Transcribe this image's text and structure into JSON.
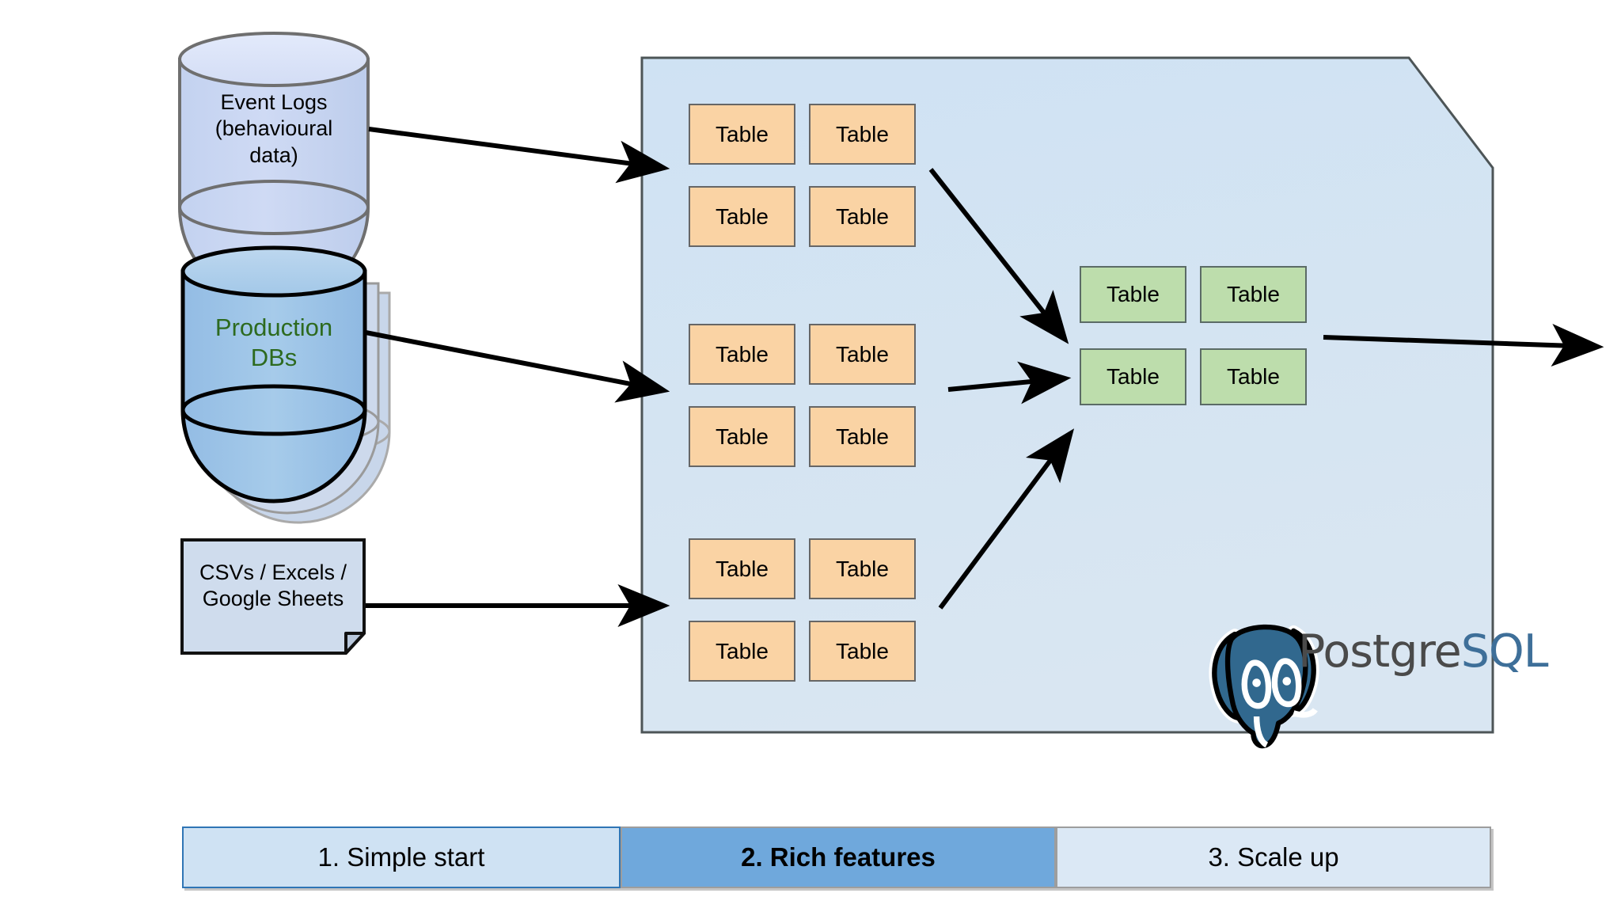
{
  "diagram": {
    "title": "PostgreSQL data platform architecture",
    "colors": {
      "container_fill": "#cfe2f3",
      "container_stroke": "#4d5557",
      "orange_table": "#fad3a4",
      "orange_stroke": "#666666",
      "green_table": "#bdddac",
      "green_stroke": "#5b6b66",
      "cylinder_light": "#ccd9f0",
      "cylinder_blue": "#9dc3e6",
      "doc_fill": "#cfdced",
      "production_text": "#2d6a1f",
      "postgres_blue": "#3e6f99",
      "postgres_dark": "#4a4a4a",
      "active_tab": "#6fa8dc",
      "inactive_tab": "#cfe2f3"
    },
    "sources": [
      {
        "name": "event-logs",
        "label": "Event Logs\n(behavioural\ndata)",
        "shape": "cylinder"
      },
      {
        "name": "production-dbs",
        "label": "Production\nDBs",
        "shape": "stacked-cylinder"
      },
      {
        "name": "csv-files",
        "label": "CSVs / Excels /\nGoogle Sheets",
        "shape": "document"
      }
    ],
    "container": {
      "name": "postgresql-container",
      "logo_alt": "postgresql-elephant-logo",
      "wordmark_part1": "Postgre",
      "wordmark_part2": "SQL"
    },
    "staging_groups": [
      {
        "name": "staging-group-1",
        "tables": [
          "Table",
          "Table",
          "Table",
          "Table"
        ]
      },
      {
        "name": "staging-group-2",
        "tables": [
          "Table",
          "Table",
          "Table",
          "Table"
        ]
      },
      {
        "name": "staging-group-3",
        "tables": [
          "Table",
          "Table",
          "Table",
          "Table"
        ]
      }
    ],
    "mart_group": {
      "name": "mart-group",
      "tables": [
        "Table",
        "Table",
        "Table",
        "Table"
      ]
    },
    "arrows": [
      {
        "name": "arrow-event-logs-to-container"
      },
      {
        "name": "arrow-production-dbs-to-container"
      },
      {
        "name": "arrow-csv-to-container"
      },
      {
        "name": "arrow-group1-to-mart"
      },
      {
        "name": "arrow-group2-to-mart"
      },
      {
        "name": "arrow-group3-to-mart"
      },
      {
        "name": "arrow-mart-to-output"
      }
    ]
  },
  "tabs": [
    {
      "name": "tab-simple-start",
      "label": "1.    Simple start",
      "active": false
    },
    {
      "name": "tab-rich-features",
      "label": "2. Rich features",
      "active": true
    },
    {
      "name": "tab-scale-up",
      "label": "3. Scale up",
      "active": false
    }
  ]
}
